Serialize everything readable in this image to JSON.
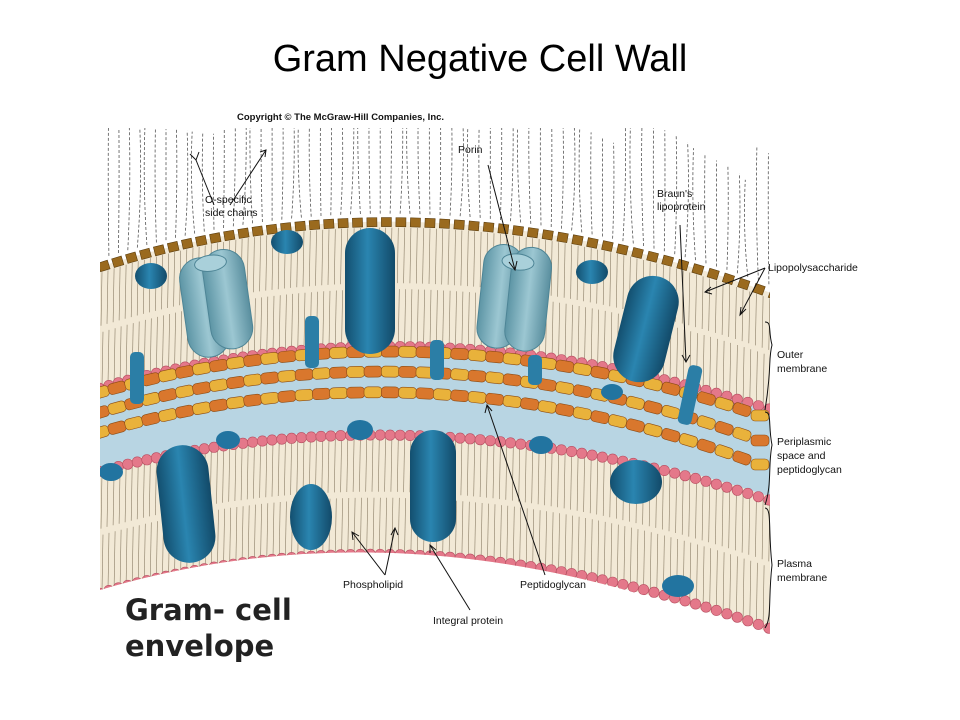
{
  "slide": {
    "title": "Gram Negative Cell Wall",
    "caption_line1": "Gram- cell",
    "caption_line2": "envelope"
  },
  "figure": {
    "copyright": "Copyright © The McGraw-Hill Companies, Inc.",
    "labels": {
      "o_specific_line1": "O-specific",
      "o_specific_line2": "side chains",
      "porin": "Porin",
      "brauns_line1": "Braun's",
      "brauns_line2": "lipoprotein",
      "lipopolysaccharide": "Lipopolysaccharide",
      "outer_line1": "Outer",
      "outer_line2": "membrane",
      "periplasmic_line1": "Periplasmic",
      "periplasmic_line2": "space and",
      "periplasmic_line3": "peptidoglycan",
      "plasma_line1": "Plasma",
      "plasma_line2": "membrane",
      "phospholipid": "Phospholipid",
      "peptidoglycan": "Peptidoglycan",
      "integral_protein": "Integral protein"
    },
    "colors": {
      "membrane_bg": "#f2e9d6",
      "phospholipid_head": "#e4788a",
      "protein": "#1f6e96",
      "porin": "#7fb1bf",
      "periplasm": "#b8d5e3",
      "peptidoglycan_a": "#e9b23b",
      "peptidoglycan_b": "#d9772d",
      "lps_core": "#9a6a1e"
    }
  }
}
